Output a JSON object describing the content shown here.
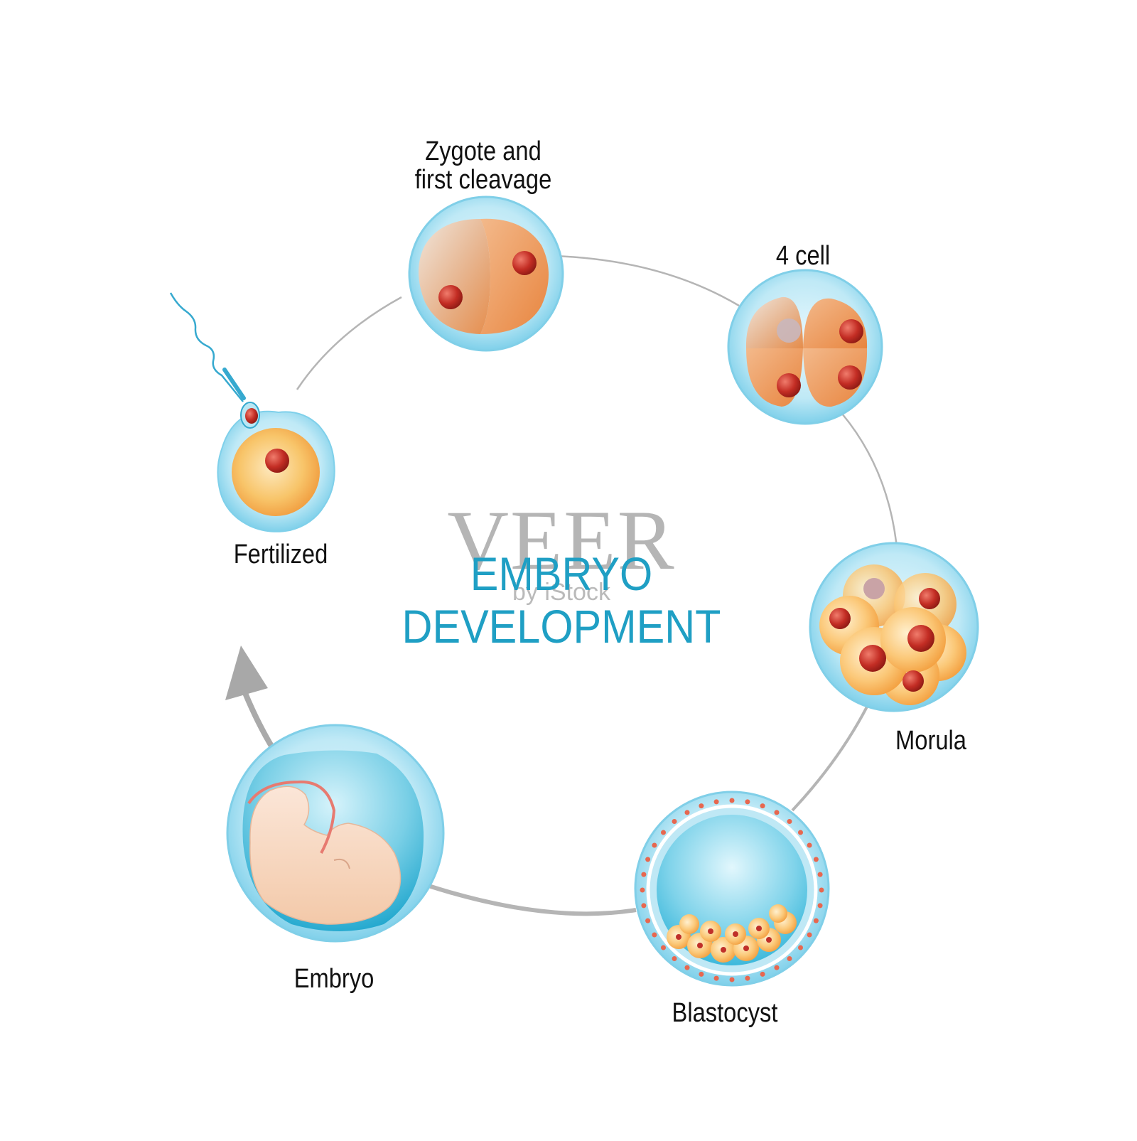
{
  "labels": {
    "fertilized": "Fertilized",
    "zygote_line1": "Zygote and",
    "zygote_line2": "first cleavage",
    "four_cell": "4 cell",
    "morula": "Morula",
    "blastocyst": "Blastocyst",
    "embryo": "Embryo"
  },
  "title": {
    "line1": "EMBRYO",
    "line2": "DEVELOPMENT"
  },
  "watermark": {
    "brand": "VEER",
    "sub": "by iStock"
  },
  "colors": {
    "title": "#1f9fc4",
    "membrane": "#8fd6ec",
    "cytoplasm": "#f2a063",
    "nucleus": "#c0302a",
    "cycle_line": "#a8a8a8"
  },
  "icons": [
    "sperm-icon",
    "cycle-arrow-icon"
  ]
}
